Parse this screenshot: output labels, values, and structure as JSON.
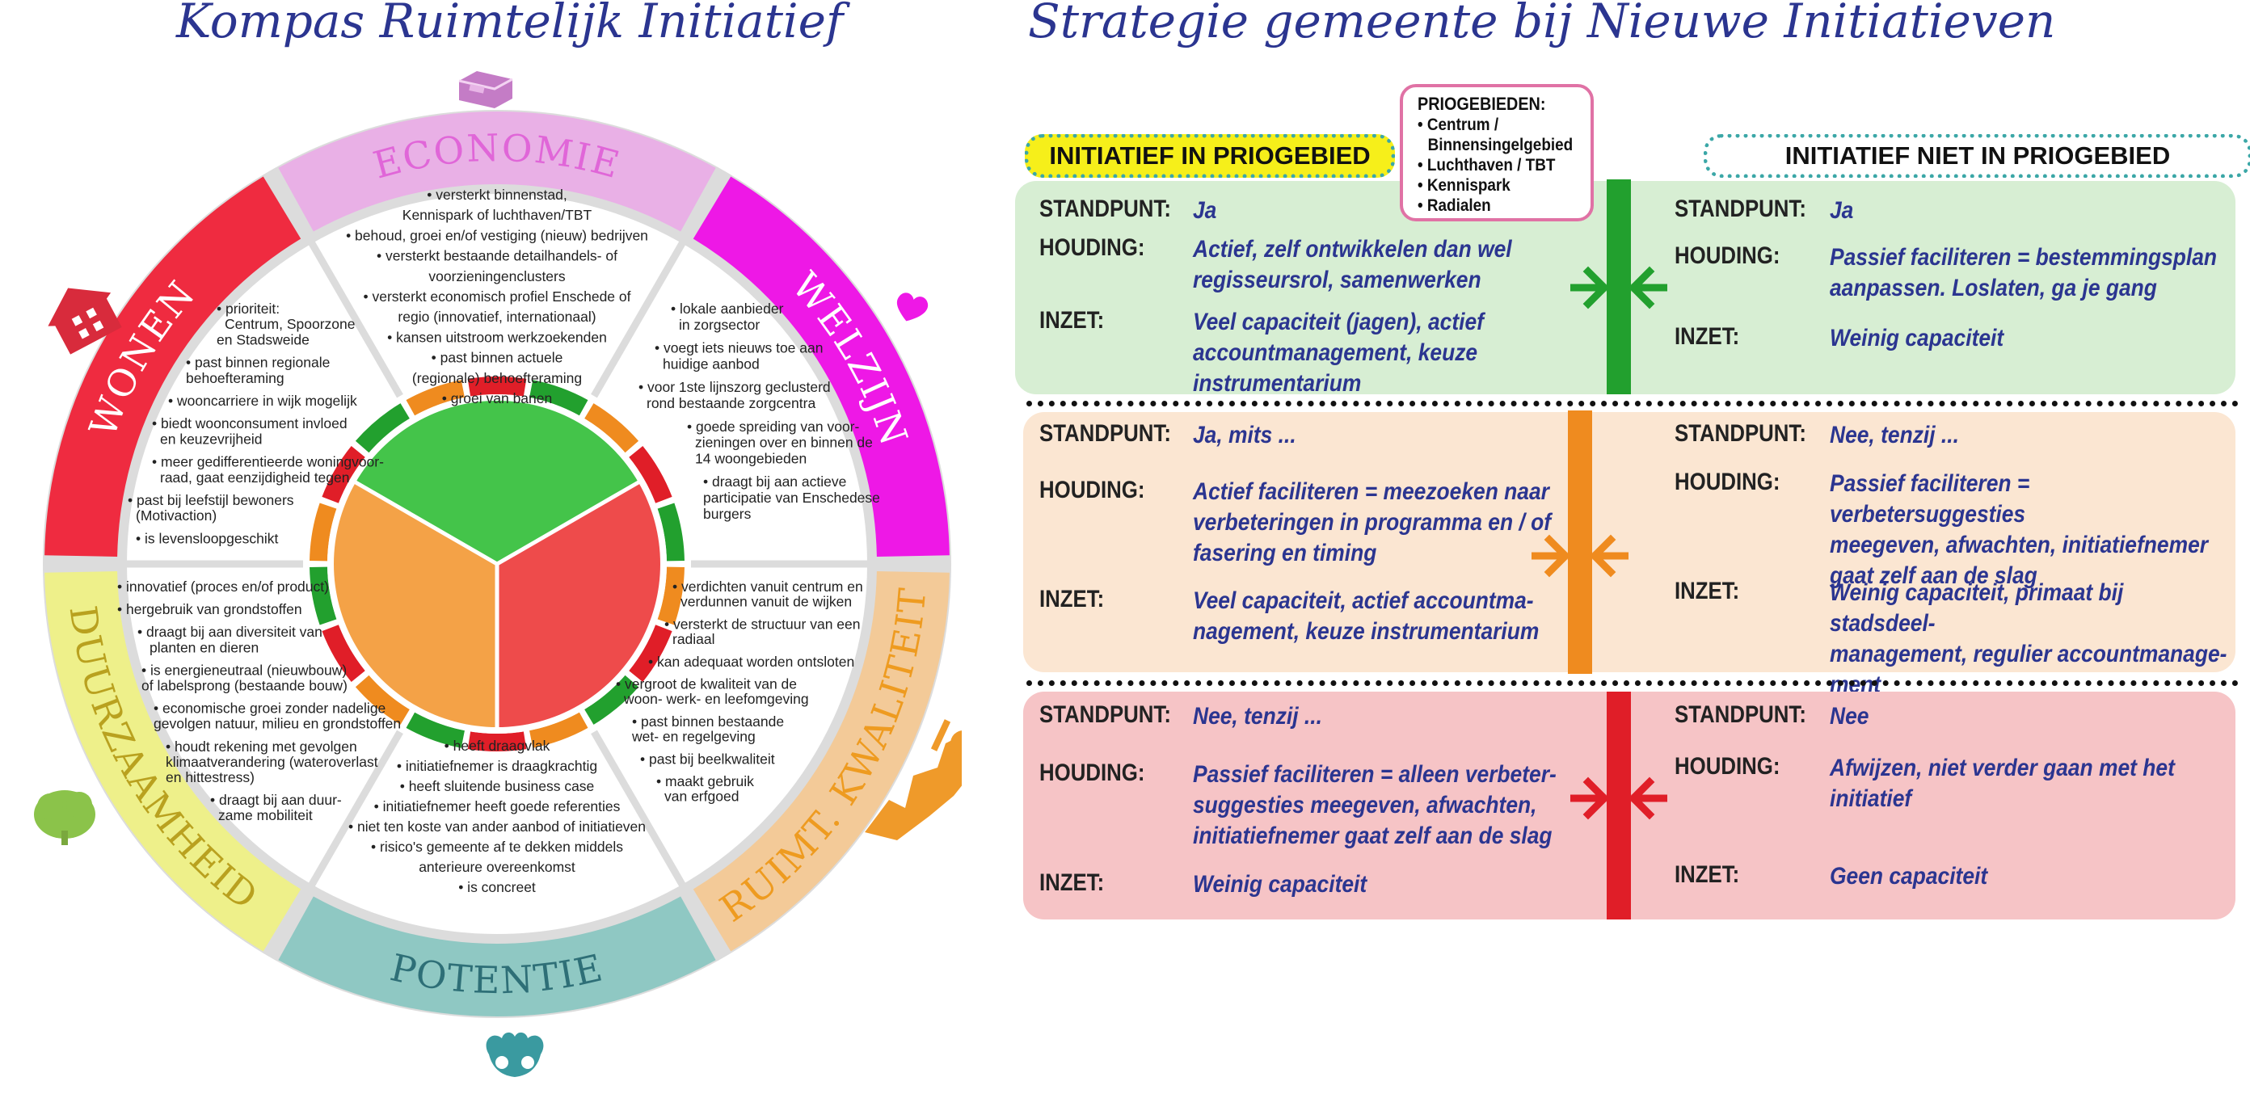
{
  "left": {
    "title": "Kompas Ruimtelijk Initiatief",
    "sectors": {
      "economie": {
        "label": "ECONOMIE",
        "bullets": [
          "• versterkt binnenstad,",
          "Kennispark of luchthaven/TBT",
          "• behoud, groei en/of vestiging (nieuw) bedrijven",
          "• versterkt bestaande detailhandels- of",
          "voorzieningenclusters",
          "• versterkt economisch profiel Enschede of",
          "regio (innovatief, internationaal)",
          "• kansen uitstroom werkzoekenden",
          "• past binnen actuele",
          "(regionale) behoefteraming",
          "• groei van banen"
        ]
      },
      "welzijn": {
        "label": "WELZIJN",
        "bullets": [
          "• lokale aanbieder",
          "in zorgsector",
          "• voegt iets nieuws toe aan",
          "huidige aanbod",
          "• voor 1ste lijnszorg geclusterd",
          "rond bestaande zorgcentra",
          "• goede spreiding van voor-",
          "zieningen over en binnen de",
          "14 woongebieden",
          "• draagt bij aan actieve",
          "participatie van Enschedese",
          "burgers"
        ]
      },
      "ruimt": {
        "label": "RUIMT. KWALITEIT",
        "bullets": [
          "• verdichten vanuit centrum en",
          "verdunnen vanuit de wijken",
          "• versterkt de structuur van een",
          "radiaal",
          "• kan adequaat worden ontsloten",
          "• vergroot de kwaliteit van de",
          "woon- werk- en leefomgeving",
          "• past binnen bestaande",
          "wet- en regelgeving",
          "• past bij beelkwaliteit",
          "• maakt gebruik",
          "van erfgoed"
        ]
      },
      "potentie": {
        "label": "POTENTIE",
        "bullets": [
          "• heeft draagvlak",
          "• initiatiefnemer is draagkrachtig",
          "• heeft sluitende business case",
          "• initiatiefnemer heeft goede referenties",
          "• niet ten koste van ander aanbod of initiatieven",
          "• risico's gemeente af te dekken middels",
          "anterieure overeenkomst",
          "• is concreet"
        ]
      },
      "duurzaamheid": {
        "label": "DUURZAAMHEID",
        "bullets": [
          "• innovatief (proces en/of product)",
          "• hergebruik van grondstoffen",
          "• draagt bij aan diversiteit van",
          "planten en dieren",
          "• is energieneutraal (nieuwbouw)",
          "of labelsprong (bestaande bouw)",
          "• economische groei zonder nadelige",
          "gevolgen natuur, milieu en grondstoffen",
          "• houdt rekening met gevolgen",
          "klimaatverandering (wateroverlast",
          "en hittestress)",
          "• draagt bij aan duur-",
          "zame mobiliteit"
        ]
      },
      "wonen": {
        "label": "WONEN",
        "bullets": [
          "• prioriteit:",
          "Centrum, Spoorzone",
          "en Stadsweide",
          "• past binnen regionale",
          "behoefteraming",
          "• wooncarriere in wijk mogelijk",
          "• biedt woonconsument invloed",
          "en keuzevrijheid",
          "• meer gedifferentieerde woningvoor-",
          "raad, gaat eenzijdigheid tegen",
          "• past bij leefstijl bewoners",
          "(Motivaction)",
          "• is levensloopgeschikt"
        ]
      }
    },
    "icons": [
      "money-icon",
      "house-icon",
      "heart-icon",
      "factory-icon",
      "tree-icon",
      "hands-icon"
    ]
  },
  "right": {
    "title": "Strategie gemeente bij Nieuwe Initiatieven",
    "priority_box": {
      "title": "PRIOGEBIEDEN:",
      "items": [
        "• Centrum /",
        "Binnensingelgebied",
        "• Luchthaven / TBT",
        "• Kennispark",
        "• Radialen"
      ]
    },
    "head_left": "INITIATIEF IN PRIOGEBIED",
    "head_right": "INITIATIEF NIET IN PRIOGEBIED",
    "labels": {
      "standpunt": "STANDPUNT:",
      "houding": "HOUDING:",
      "inzet": "INZET:"
    },
    "rows": [
      {
        "color": "green",
        "left": {
          "standpunt": "Ja",
          "houding": "Actief, zelf ontwikkelen dan wel\nregisseursrol, samenwerken",
          "inzet": "Veel capaciteit (jagen), actief\naccountmanagement, keuze\ninstrumentarium"
        },
        "right": {
          "standpunt": "Ja",
          "houding": "Passief faciliteren = bestemmingsplan\naanpassen. Loslaten, ga je gang",
          "inzet": "Weinig capaciteit"
        }
      },
      {
        "color": "orange",
        "left": {
          "standpunt": "Ja, mits ...",
          "houding": "Actief faciliteren = meezoeken naar\nverbeteringen in programma en / of\nfasering en timing",
          "inzet": "Veel capaciteit, actief accountma-\nnagement, keuze instrumentarium"
        },
        "right": {
          "standpunt": "Nee, tenzij ...",
          "houding": "Passief faciliteren = verbetersuggesties\nmeegeven, afwachten, initiatiefnemer\ngaat zelf aan de slag",
          "inzet": "Weinig capaciteit, primaat bij stadsdeel-\nmanagement, regulier accountmanage-\nment"
        }
      },
      {
        "color": "red",
        "left": {
          "standpunt": "Nee, tenzij ...",
          "houding": "Passief faciliteren = alleen verbeter-\nsuggesties meegeven, afwachten,\ninitiatiefnemer gaat zelf aan de slag",
          "inzet": "Weinig capaciteit"
        },
        "right": {
          "standpunt": "Nee",
          "houding": "Afwijzen, niet verder gaan met het\ninitiatief",
          "inzet": "Geen capaciteit"
        }
      }
    ]
  },
  "colors": {
    "title": "#2b3590",
    "economie": "#e9b0e6",
    "economie_text": "#e066d8",
    "welzijn": "#ee18e6",
    "ruimt": "#f3ca98",
    "ruimt_text": "#ee9b20",
    "potentie": "#8fc8c3",
    "potentie_text": "#2e6f77",
    "duurzaamheid": "#eef08a",
    "duurzaamheid_text": "#b9a11f",
    "wonen": "#ef2b40",
    "green": "#44c44a",
    "orange": "#f4a247",
    "red": "#ee4b4b",
    "green_dark": "#22a02e",
    "orange_dark": "#ef8b1f",
    "red_dark": "#e01e28",
    "green_bg": "#d7eed3",
    "orange_bg": "#fbe6d2",
    "red_bg": "#f6c4c6",
    "yellow": "#f6ef1a",
    "teal": "#3ba7a7",
    "pink": "#e072a5"
  }
}
